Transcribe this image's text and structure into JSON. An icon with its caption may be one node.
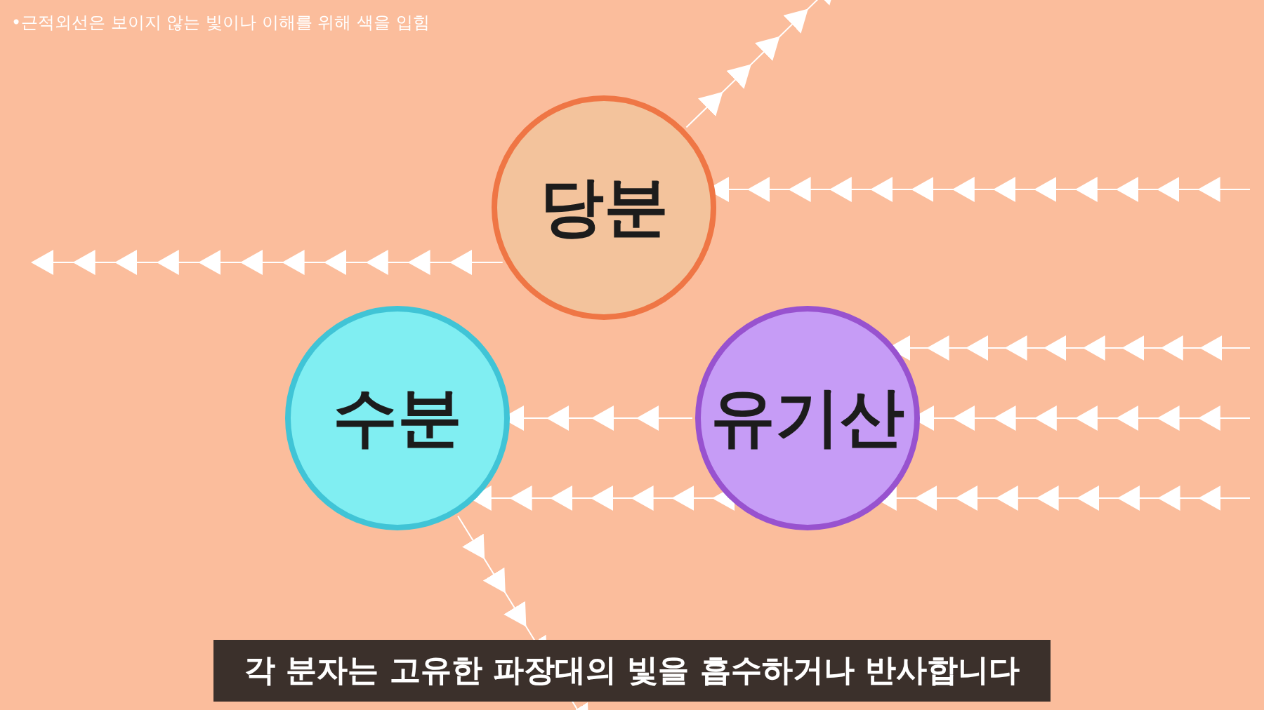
{
  "diagram": {
    "caption": "각 분자는 고유한 파장대의 빛을 흡수하거나 반사합니다",
    "nodes": [
      {
        "text": [
          "당분"
        ]
      },
      {
        "text": [
          "수분"
        ]
      },
      {
        "text": [
          "유기산"
        ]
      }
    ],
    "edges": [
      {
        "from": null,
        "to": 0,
        "arrow": "to"
      },
      {
        "from": 0,
        "to": null,
        "arrow": "to"
      },
      {
        "from": 0,
        "to": null,
        "arrow": "to"
      },
      {
        "from": null,
        "to": 2,
        "arrow": "to"
      },
      {
        "from": null,
        "to": 2,
        "arrow": "to"
      },
      {
        "from": 2,
        "to": 1,
        "arrow": "to"
      },
      {
        "from": null,
        "to": 1,
        "arrow": "to"
      },
      {
        "from": 1,
        "to": null,
        "arrow": "to"
      }
    ],
    "labels": [
      "•근적외선은 보이지 않는 빛이나 이해를 위해 색을 입힘"
    ]
  }
}
